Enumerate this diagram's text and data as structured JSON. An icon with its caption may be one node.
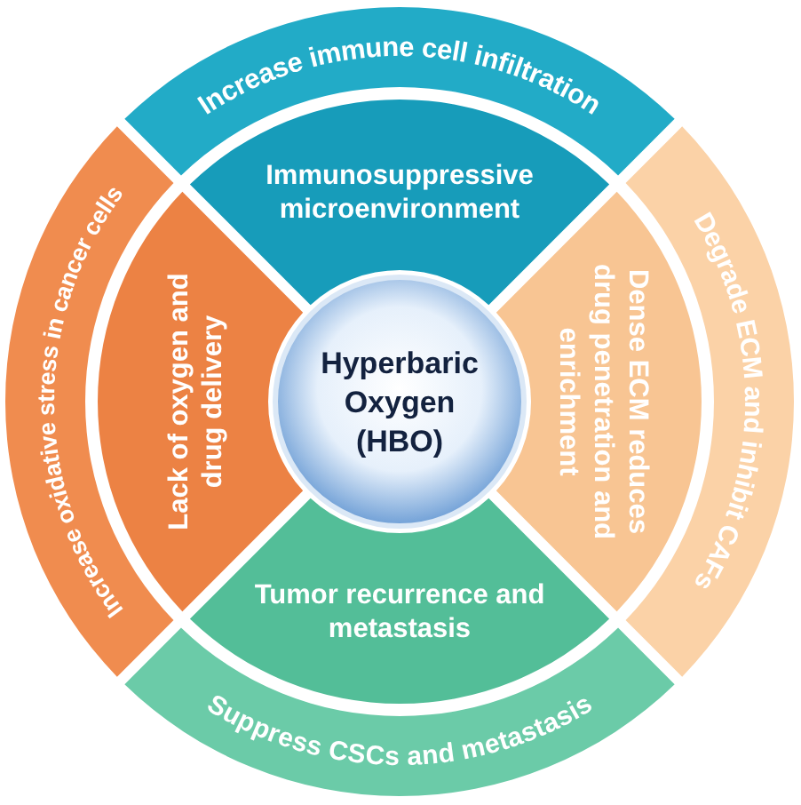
{
  "diagram": {
    "nodes": [
      {
        "text": [
          "Increase immune cell infiltration"
        ]
      },
      {
        "text": [
          "Immunosuppressive microenvironment"
        ]
      },
      {
        "text": [
          "Increase oxidative stress in cancer cells"
        ]
      },
      {
        "text": [
          "Lack of oxygen and drug delivery"
        ]
      },
      {
        "text": [
          "Hyperbaric Oxygen (HBO)"
        ]
      },
      {
        "text": [
          "Dense ECM reduces drug penetration and enrichment"
        ]
      },
      {
        "text": [
          "Degrade ECM and inhibit CAFs"
        ]
      },
      {
        "text": [
          "Tumor recurrence and metastasis"
        ]
      },
      {
        "text": [
          "Suppress CSCs and metastasis"
        ]
      }
    ]
  }
}
